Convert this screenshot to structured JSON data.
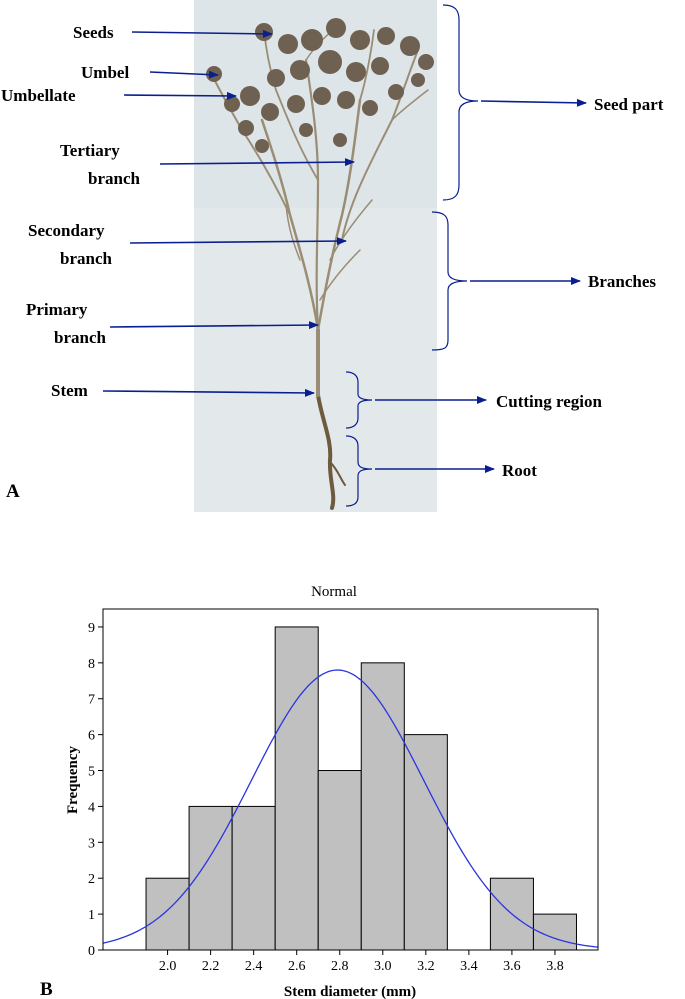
{
  "panel_a": {
    "panel_label": "A",
    "left_labels": [
      {
        "id": "seeds",
        "lines": [
          "Seeds"
        ]
      },
      {
        "id": "umbel",
        "lines": [
          "Umbel"
        ]
      },
      {
        "id": "umbellate",
        "lines": [
          "Umbellate"
        ]
      },
      {
        "id": "tertiary",
        "lines": [
          "Tertiary",
          "branch"
        ]
      },
      {
        "id": "secondary",
        "lines": [
          "Secondary",
          "branch"
        ]
      },
      {
        "id": "primary",
        "lines": [
          "Primary",
          "branch"
        ]
      },
      {
        "id": "stem",
        "lines": [
          "Stem"
        ]
      }
    ],
    "right_labels": [
      {
        "id": "seed-part",
        "text": "Seed part"
      },
      {
        "id": "branches",
        "text": "Branches"
      },
      {
        "id": "cutting-region",
        "text": "Cutting region"
      },
      {
        "id": "root",
        "text": "Root"
      }
    ],
    "colors": {
      "arrow": "#0a1f8f",
      "photo_bg": "#dde5e8",
      "plant": "#8a7c66"
    }
  },
  "panel_b": {
    "panel_label": "B",
    "chart_data": {
      "type": "bar",
      "title": "Normal",
      "xlabel": "Stem diameter (mm)",
      "ylabel": "Frequency",
      "bin_edges": [
        1.9,
        2.1,
        2.3,
        2.5,
        2.7,
        2.9,
        3.1,
        3.3,
        3.5,
        3.7,
        3.9
      ],
      "values": [
        2,
        4,
        4,
        9,
        5,
        8,
        6,
        0,
        2,
        1
      ],
      "xticks": [
        "2.0",
        "2.2",
        "2.4",
        "2.6",
        "2.8",
        "3.0",
        "3.2",
        "3.4",
        "3.6",
        "3.8"
      ],
      "xtick_values": [
        2.0,
        2.2,
        2.4,
        2.6,
        2.8,
        3.0,
        3.2,
        3.4,
        3.6,
        3.8
      ],
      "yticks": [
        "0",
        "1",
        "2",
        "3",
        "4",
        "5",
        "6",
        "7",
        "8",
        "9"
      ],
      "ytick_values": [
        0,
        1,
        2,
        3,
        4,
        5,
        6,
        7,
        8,
        9
      ],
      "xlim": [
        1.7,
        4.0
      ],
      "ylim": [
        0,
        9.5
      ],
      "normal_curve": {
        "mean": 2.79,
        "sd": 0.4,
        "peak": 7.8
      },
      "grid": false,
      "colors": {
        "bar_fill": "#c0c0c0",
        "bar_edge": "#000000",
        "curve": "#2b35e0"
      }
    }
  }
}
